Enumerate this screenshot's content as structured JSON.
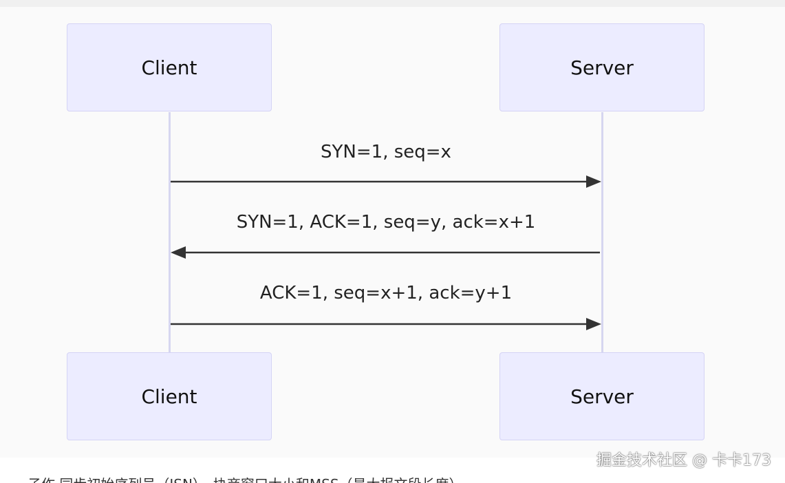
{
  "actors": {
    "client_top": "Client",
    "server_top": "Server",
    "client_bottom": "Client",
    "server_bottom": "Server"
  },
  "messages": [
    {
      "label": "SYN=1, seq=x",
      "direction": "client-to-server"
    },
    {
      "label": "SYN=1, ACK=1, seq=y, ack=x+1",
      "direction": "server-to-client"
    },
    {
      "label": "ACK=1, seq=x+1, ack=y+1",
      "direction": "client-to-server"
    }
  ],
  "footer": {
    "partial_text": "子作 同步初始序列号（ISN）、协商窗口大小和MSS（最大报文段长度）"
  },
  "watermark": "掘金技术社区 @ 卡卡173",
  "colors": {
    "actor_fill": "#ececff",
    "actor_border": "#d4d3f5",
    "lifeline": "#d6d6f0",
    "arrow": "#333333",
    "background": "#fafafa"
  }
}
